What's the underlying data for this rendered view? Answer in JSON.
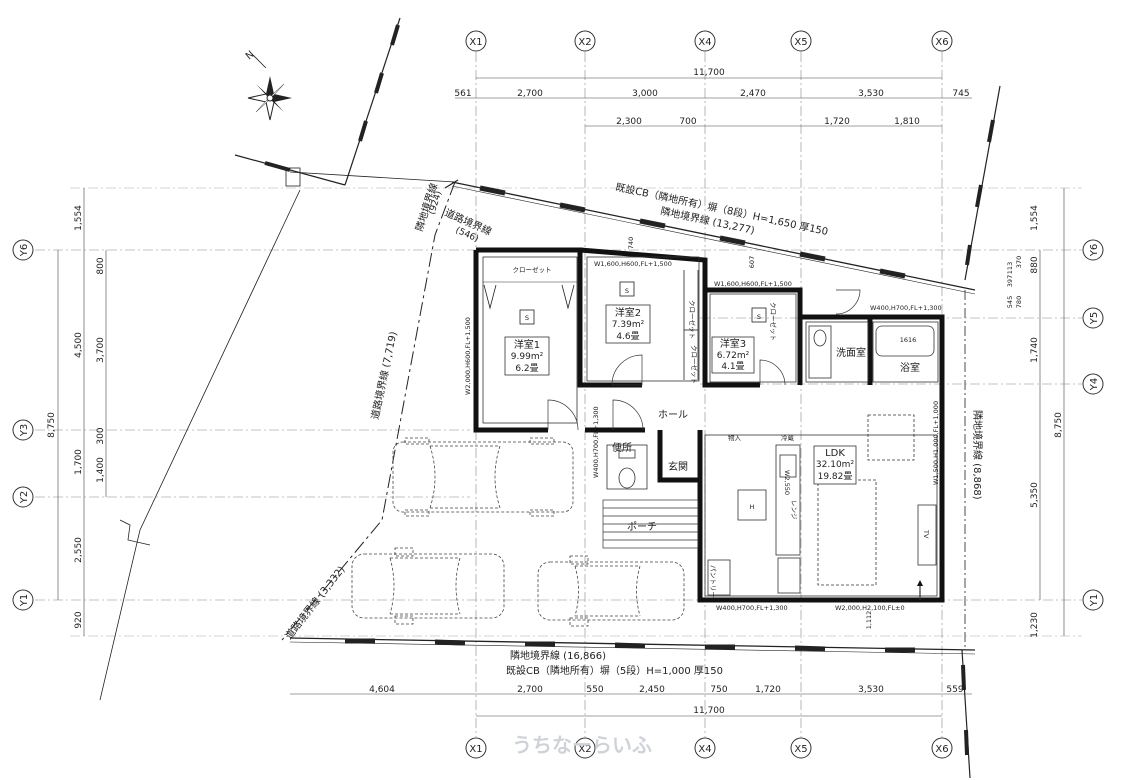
{
  "grid": {
    "columns": [
      "X1",
      "X2",
      "X4",
      "X5",
      "X6"
    ],
    "rows": [
      "Y6",
      "Y5",
      "Y4",
      "Y3",
      "Y2",
      "Y1"
    ]
  },
  "dims": {
    "top_total": "11,700",
    "top_segments": [
      "561",
      "2,700",
      "3,000",
      "2,470",
      "3,530",
      "745"
    ],
    "top_sub": [
      "2,300",
      "700",
      "1,720",
      "1,810"
    ],
    "bottom_total": "11,700",
    "bottom_segments": [
      "4,604",
      "2,700",
      "550",
      "2,450",
      "750",
      "1,720",
      "3,530",
      "559"
    ],
    "left_total": "8,750",
    "left_a": [
      "4,500",
      "1,700",
      "2,550"
    ],
    "left_b": [
      "800",
      "3,700",
      "300",
      "1,400"
    ],
    "left_ends": [
      "1,554",
      "920"
    ],
    "right_total": "8,750",
    "right_a": [
      "880",
      "1,740",
      "5,350"
    ],
    "right_small": [
      "113",
      "397",
      "370",
      "545",
      "780"
    ],
    "right_ends": [
      "1,554",
      "1,230"
    ],
    "misc": [
      "740",
      "607",
      "1,112"
    ]
  },
  "boundaries": {
    "north_wall": "既設CB（隣地所有）塀（8段）H=1,650 厚150",
    "north_line": "隣地境界線 (13,277)",
    "south_line": "隣地境界線 (16,866)",
    "south_wall": "既設CB（隣地所有）塀（5段）H=1,000 厚150",
    "east_line": "隣地境界線 (8,868)",
    "nw_neighbor": "隣地境界線",
    "nw_neighbor_len": "(924)",
    "road_line_1": "道路境界線",
    "road_line_1_len": "(546)",
    "road_line_2": "道路境界線 (7,719)",
    "road_line_3": "道路境界線 (3,332)"
  },
  "compass": {
    "north": "N"
  },
  "rooms": [
    {
      "id": "r1",
      "name": "洋室1",
      "area": "9.99m²",
      "tatami": "6.2畳"
    },
    {
      "id": "r2",
      "name": "洋室2",
      "area": "7.39m²",
      "tatami": "4.6畳"
    },
    {
      "id": "r3",
      "name": "洋室3",
      "area": "6.72m²",
      "tatami": "4.1畳"
    },
    {
      "id": "ldk",
      "name": "LDK",
      "area": "32.10m²",
      "tatami": "19.82畳"
    }
  ],
  "labels": {
    "closet1": "クローゼット",
    "closet2": "クローゼット",
    "closet3": "クローゼット",
    "closet4": "クローゼット",
    "washroom": "洗面室",
    "bath": "浴室",
    "bath_unit": "1616",
    "hall": "ホール",
    "toilet": "便所",
    "entrance": "玄関",
    "porch": "ポーチ",
    "storage": "物入",
    "fridge": "冷蔵",
    "pantry": "パントリー",
    "tv": "TV",
    "range": "レンジ",
    "kitchen_w": "W2,550",
    "hood": "H",
    "s1": "S",
    "s2": "S",
    "s3": "S"
  },
  "windows": {
    "w1": "W2,000,H600,FL+1,500",
    "w2": "W1,600,H600,FL+1,500",
    "w3": "W1,600,H600,FL+1,500",
    "w4": "W400,H700,FL+1,300",
    "w5": "W1,500,H1,000,FL+1,000",
    "w6": "W400,H700,FL+1,300",
    "w7": "W2,000,H2,100,FL±0",
    "w8": "W400,H700,FL+1,300"
  },
  "watermark": "うちなーらいふ"
}
